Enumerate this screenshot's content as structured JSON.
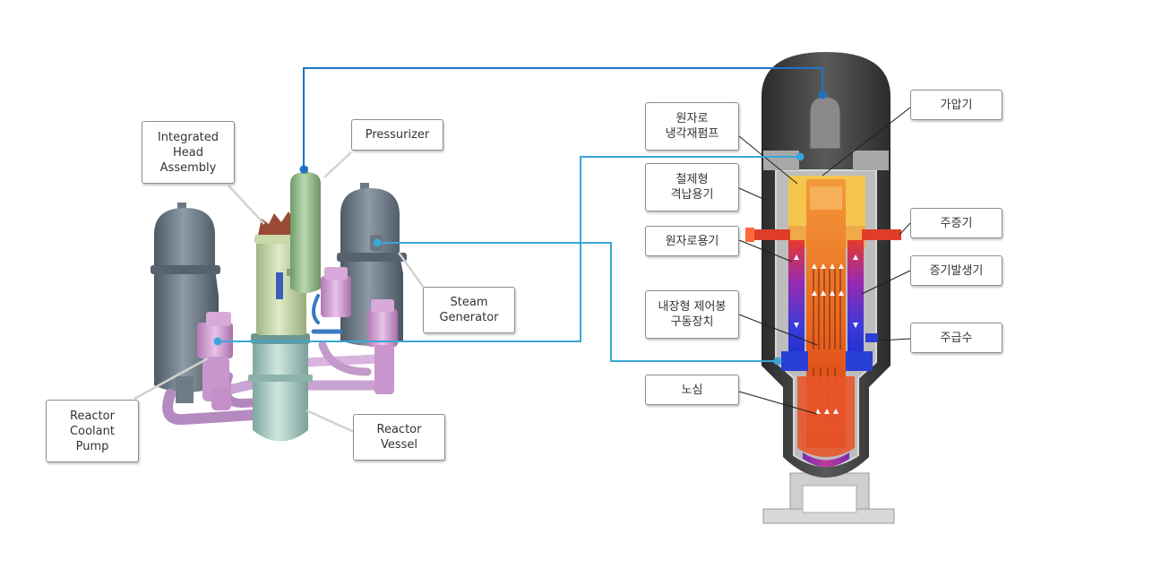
{
  "left_diagram": {
    "labels": {
      "integrated_head": "Integrated\nHead\nAssembly",
      "pressurizer": "Pressurizer",
      "steam_generator": "Steam\nGenerator",
      "reactor_coolant_pump": "Reactor\nCoolant\nPump",
      "reactor_vessel": "Reactor\nVessel"
    }
  },
  "right_diagram": {
    "labels": {
      "rcp": "원자로\n냉각재펌프",
      "containment": "철제형\n격납용기",
      "reactor_vessel": "원자로용기",
      "crdm": "내장형 제어봉\n구동장치",
      "core": "노심",
      "pressurizer": "가압기",
      "main_steam": "주증기",
      "steam_generator": "증기발생기",
      "feedwater": "주급수"
    }
  },
  "colors": {
    "connector_dark": "#1e73c8",
    "connector_light": "#3aa6d8",
    "leader": "#cfcfcf",
    "containment": "#3c3c3c",
    "vessel_core": "#e8651c",
    "coolant_cold": "#2a3fd6"
  }
}
